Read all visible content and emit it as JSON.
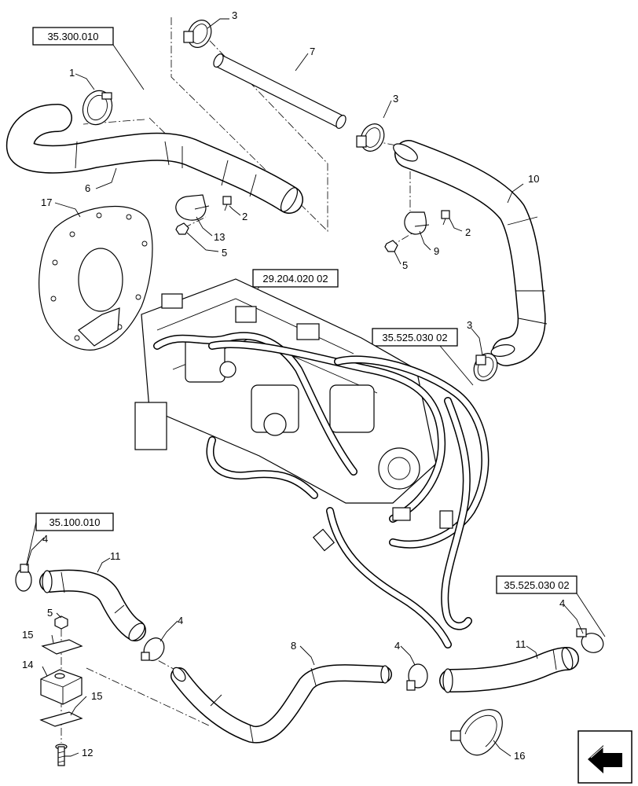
{
  "references": [
    {
      "id": "ref-35-300-010",
      "text": "35.300.010"
    },
    {
      "id": "ref-29-204-020-02",
      "text": "29.204.020 02"
    },
    {
      "id": "ref-35-525-030-02-a",
      "text": "35.525.030 02"
    },
    {
      "id": "ref-35-100-010",
      "text": "35.100.010"
    },
    {
      "id": "ref-35-525-030-02-b",
      "text": "35.525.030 02"
    }
  ],
  "callouts": {
    "c1": "1",
    "c3a": "3",
    "c7": "7",
    "c3b": "3",
    "c6": "6",
    "c10": "10",
    "c17": "17",
    "c2a": "2",
    "c13": "13",
    "c5a": "5",
    "c2b": "2",
    "c9": "9",
    "c5b": "5",
    "c3c": "3",
    "c4a": "4",
    "c11a": "11",
    "c5c": "5",
    "c15a": "15",
    "c4b": "4",
    "c14": "14",
    "c15b": "15",
    "c8": "8",
    "c4c": "4",
    "c11b": "11",
    "c4d": "4",
    "c12": "12",
    "c16": "16"
  },
  "icons": {
    "nav": "arrow-icon"
  }
}
